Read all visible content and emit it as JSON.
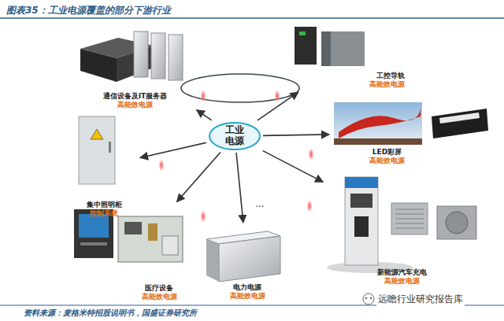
{
  "diagram": {
    "title": "图表35：工业电源覆盖的部分下游行业",
    "caption": "资料来源：麦格米特招股说明书，国盛证券研究所",
    "nodes": [
      {
        "text": [
          "通信设备及IT服务器",
          "高能效电源"
        ]
      },
      {
        "text": [
          "工控导轨",
          "高能效电源"
        ]
      },
      {
        "text": [
          "工业 电源"
        ]
      },
      {
        "text": [
          "LED彩屏",
          "高能效电源"
        ]
      },
      {
        "text": [
          "集中照明柜",
          "控制系统"
        ]
      },
      {
        "text": [
          "医疗设备",
          "高能效电源"
        ]
      },
      {
        "text": [
          "电力电源",
          "高能效电源"
        ]
      },
      {
        "text": [
          "新能源汽车充电",
          "高能效电源"
        ]
      }
    ],
    "edges": [
      {
        "from": 2,
        "to": 0,
        "arrow": "to"
      },
      {
        "from": 2,
        "to": 1,
        "arrow": "to"
      },
      {
        "from": 2,
        "to": 3,
        "arrow": "to"
      },
      {
        "from": 2,
        "to": 4,
        "arrow": "to"
      },
      {
        "from": 2,
        "to": 5,
        "arrow": "to"
      },
      {
        "from": 2,
        "to": 6,
        "arrow": "to"
      },
      {
        "from": 2,
        "to": 7,
        "arrow": "to"
      }
    ],
    "labels": [
      "...",
      "远瞻行业研究报告库"
    ]
  }
}
